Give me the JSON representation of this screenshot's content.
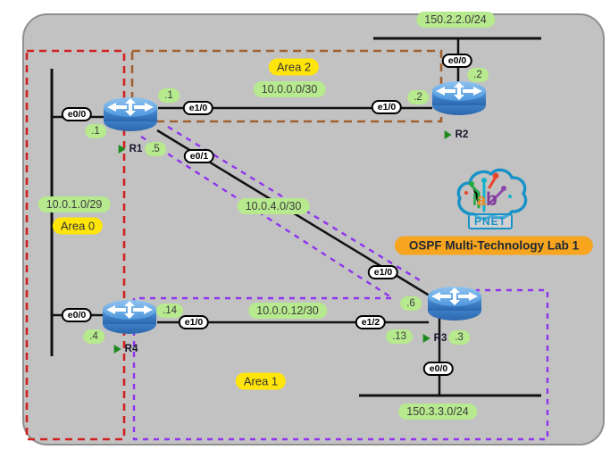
{
  "banner": {
    "title": "OSPF Multi-Technology Lab 1"
  },
  "logo": {
    "lab_l": "l",
    "lab_a": "a",
    "lab_b": "b",
    "pnet_text": "PNET"
  },
  "areas": {
    "area0": {
      "label": "Area 0",
      "border_color": "#d02020"
    },
    "area1": {
      "label": "Area 1",
      "border_color": "#8f33ee"
    },
    "area2": {
      "label": "Area 2",
      "border_color": "#a06030"
    }
  },
  "networks": {
    "r2_lan": "150.2.2.0/24",
    "r1_r2": "10.0.0.0/30",
    "core_lan": "10.0.1.0/29",
    "r1_r3": "10.0.4.0/30",
    "r4_r3": "10.0.0.12/30",
    "r3_lan": "150.3.3.0/24"
  },
  "routers": {
    "r1": {
      "name": "R1",
      "if_lan": "e0/0",
      "if_r2": "e1/0",
      "if_r3": "e0/1",
      "ip_lan": ".1",
      "ip_r2": ".1",
      "ip_r3": ".5"
    },
    "r2": {
      "name": "R2",
      "if_lan": "e0/0",
      "if_r1": "e1/0",
      "ip_lan": ".2",
      "ip_r1": ".2"
    },
    "r3": {
      "name": "R3",
      "if_lan": "e0/0",
      "if_r1": "e1/0",
      "if_r4": "e1/2",
      "ip_lan": ".3",
      "ip_r1": ".6",
      "ip_r4": ".13"
    },
    "r4": {
      "name": "R4",
      "if_lan": "e0/0",
      "if_r3": "e1/0",
      "ip_lan": ".4",
      "ip_r3": ".14"
    }
  },
  "colors": {
    "board_bg": "#c2c2c2",
    "network_label_bg": "#b7e98e",
    "area_label_bg": "#ffe50a",
    "banner_bg": "#f7a51f",
    "router_blue": "#3c85cf",
    "link_black": "#111111",
    "logo_teal": "#1792c8"
  },
  "icons": {
    "router_marker": "green-play-triangle",
    "router_node": "cisco-router-cylinder",
    "logo_cloud": "pnet-lab-cloud"
  }
}
